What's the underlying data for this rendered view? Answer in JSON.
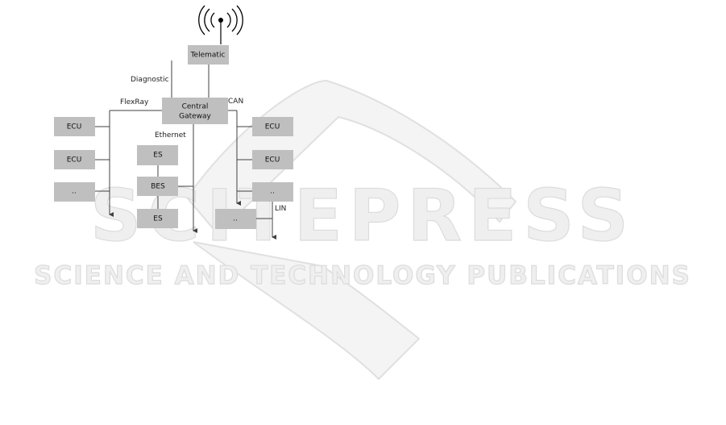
{
  "diagram": {
    "boxes": {
      "telematic": "Telematic",
      "gateway_line1": "Central",
      "gateway_line2": "Gateway",
      "ecu_left_1": "ECU",
      "ecu_left_2": "ECU",
      "ecu_left_3": "..",
      "es_top": "ES",
      "bes": "BES",
      "es_bottom": "ES",
      "ecu_right_1": "ECU",
      "ecu_right_2": "ECU",
      "ecu_right_3": "..",
      "lin_node": ".."
    },
    "labels": {
      "diagnostic": "Diagnostic",
      "flexray": "FlexRay",
      "can": "CAN",
      "ethernet": "Ethernet",
      "lin": "LIN"
    }
  },
  "watermark": {
    "line1": "SCITEPRESS",
    "line2": "SCIENCE AND TECHNOLOGY PUBLICATIONS"
  },
  "colors": {
    "box_fill": "#bfbfbf",
    "line": "#404040",
    "watermark": "#e6e6e6"
  }
}
